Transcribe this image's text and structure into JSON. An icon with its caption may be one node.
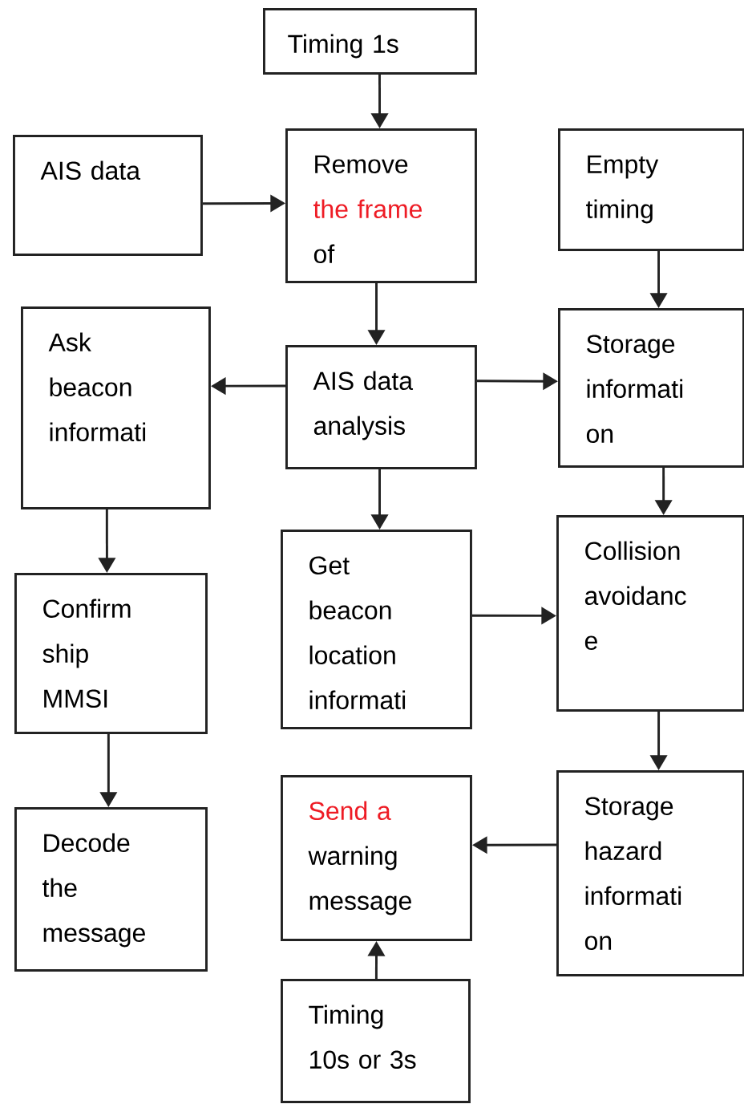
{
  "diagram": {
    "nodes": [
      {
        "text": [
          "Timing 1s"
        ]
      },
      {
        "text": [
          "AIS data"
        ]
      },
      {
        "text": [
          "Remove",
          "the frame",
          "of"
        ]
      },
      {
        "text": [
          "Empty timing"
        ]
      },
      {
        "text": [
          "Ask beacon informati"
        ]
      },
      {
        "text": [
          "AIS data analysis"
        ]
      },
      {
        "text": [
          "Storage informati on"
        ]
      },
      {
        "text": [
          "Confirm ship MMSI"
        ]
      },
      {
        "text": [
          "Get beacon location informati"
        ]
      },
      {
        "text": [
          "Collision avoidanc e"
        ]
      },
      {
        "text": [
          "Decode the message"
        ]
      },
      {
        "text": [
          "Send a",
          "warning message"
        ]
      },
      {
        "text": [
          "Storage hazard informati on"
        ]
      },
      {
        "text": [
          "Timing 10s or 3s"
        ]
      }
    ],
    "edges": [
      {
        "from": 0,
        "to": 2,
        "arrow": "to"
      },
      {
        "from": 1,
        "to": 2,
        "arrow": "to"
      },
      {
        "from": 2,
        "to": 5,
        "arrow": "to"
      },
      {
        "from": 5,
        "to": 4,
        "arrow": "to"
      },
      {
        "from": 5,
        "to": 6,
        "arrow": "to"
      },
      {
        "from": 3,
        "to": 6,
        "arrow": "to"
      },
      {
        "from": 6,
        "to": 9,
        "arrow": "to"
      },
      {
        "from": 5,
        "to": 8,
        "arrow": "to"
      },
      {
        "from": 4,
        "to": 7,
        "arrow": "to"
      },
      {
        "from": 7,
        "to": 10,
        "arrow": "to"
      },
      {
        "from": 8,
        "to": 9,
        "arrow": "to"
      },
      {
        "from": 9,
        "to": 12,
        "arrow": "to"
      },
      {
        "from": 12,
        "to": 11,
        "arrow": "to"
      },
      {
        "from": 13,
        "to": 11,
        "arrow": "to"
      }
    ]
  }
}
